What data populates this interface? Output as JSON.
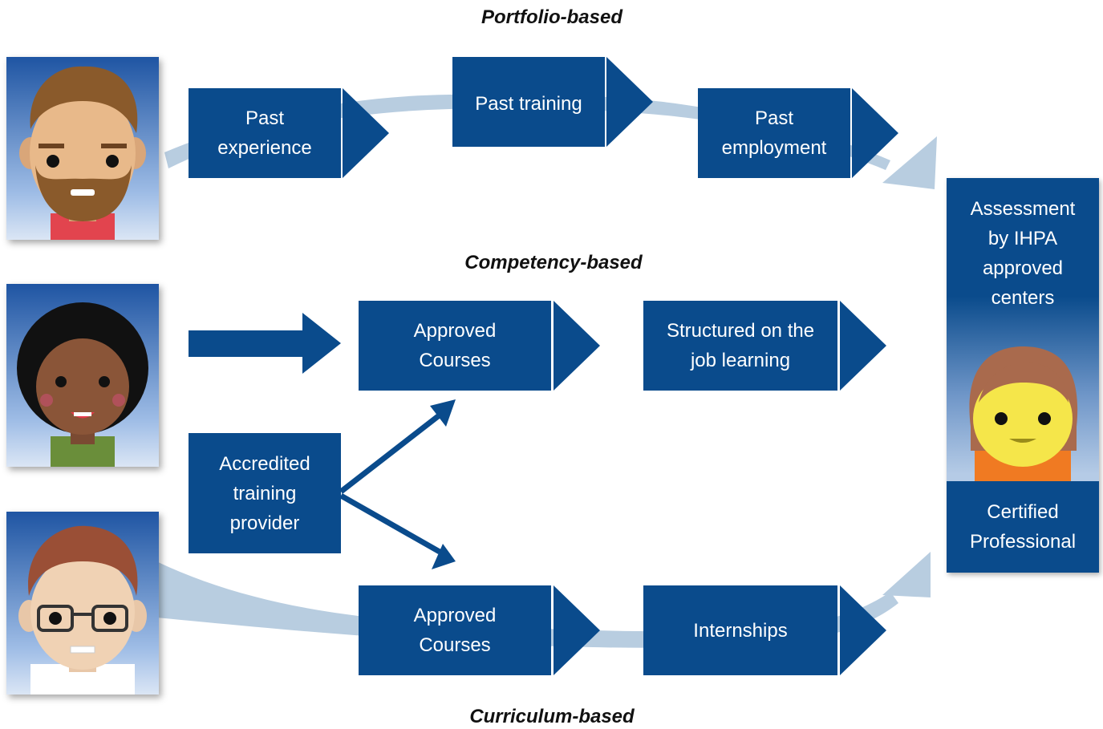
{
  "headings": {
    "portfolio": "Portfolio-based",
    "competency": "Competency-based",
    "curriculum": "Curriculum-based"
  },
  "portfolio": {
    "box1": [
      "Past",
      "experience"
    ],
    "box2": [
      "Past training"
    ],
    "box3": [
      "Past",
      "employment"
    ]
  },
  "competency": {
    "box1": [
      "Approved",
      "Courses"
    ],
    "box2": [
      "Structured on the",
      "job learning"
    ]
  },
  "provider": [
    "Accredited",
    "training",
    "provider"
  ],
  "curriculum": {
    "box1": [
      "Approved",
      "Courses"
    ],
    "box2": [
      "Internships"
    ]
  },
  "assessment": {
    "top": [
      "Assessment",
      "by IHPA",
      "approved",
      "centers"
    ],
    "bottom": [
      "Certified",
      "Professional"
    ]
  },
  "colors": {
    "box": "#0a4b8c",
    "flow_arrow": "#b8cde0"
  }
}
